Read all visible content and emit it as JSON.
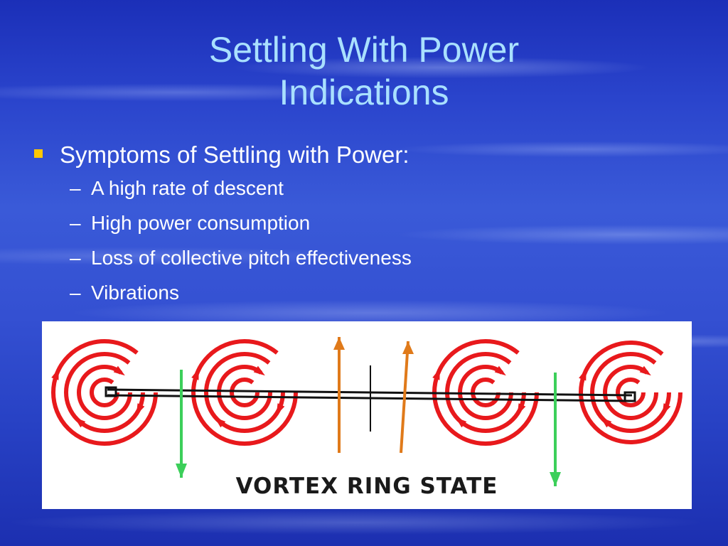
{
  "slide": {
    "title_lines": [
      "Settling With Power",
      "Indications"
    ],
    "bullet": "Symptoms of Settling with Power:",
    "sub_dash": "–",
    "sub_items": [
      "A high rate of descent",
      "High power consumption",
      "Loss of collective pitch effectiveness",
      "Vibrations"
    ]
  },
  "figure": {
    "caption": "VORTEX RING STATE",
    "colors": {
      "vortex": "#e8191c",
      "downwash": "#3ccf5a",
      "upflow": "#e07a1a",
      "rotor": "#111111"
    }
  }
}
